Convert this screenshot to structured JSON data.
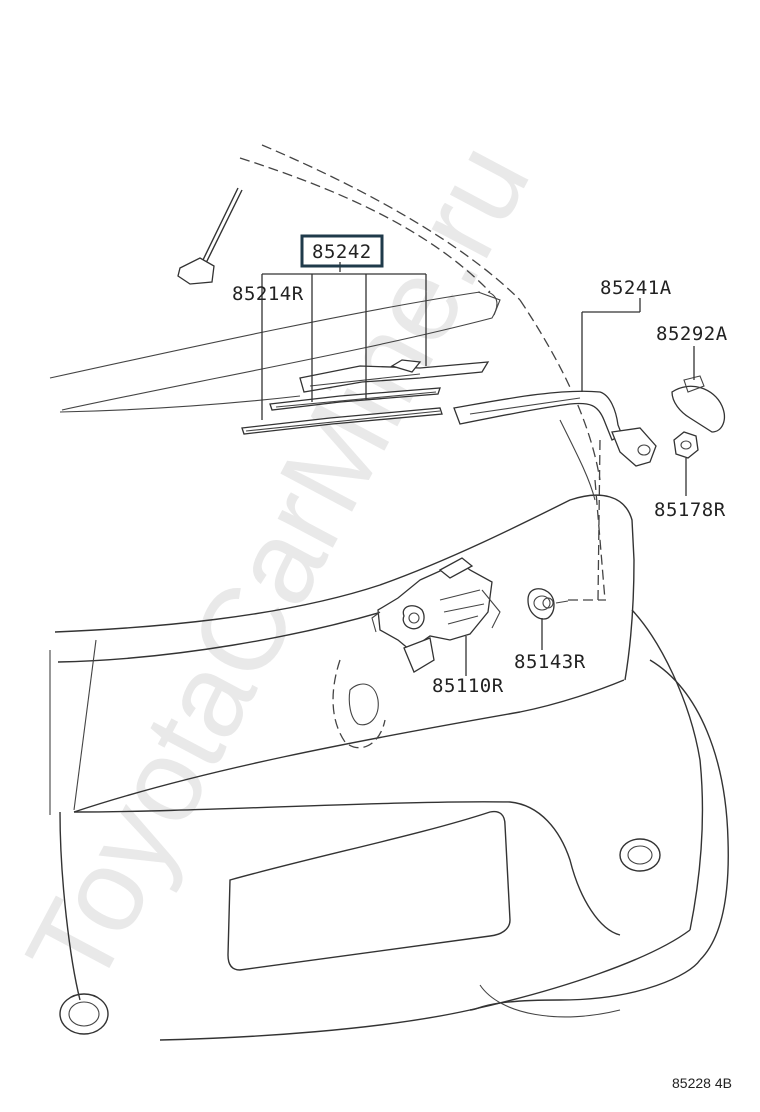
{
  "watermark": "ToyotaCarMine.ru",
  "diagram_code": "85228 4B",
  "colors": {
    "highlight_box": "#1f3a4a",
    "line": "#333333",
    "watermark": "#e9e9e9"
  },
  "parts": {
    "blade_assy": "85242",
    "blade_rubber": "85214R",
    "arm": "85241A",
    "cap": "85292A",
    "nut": "85178R",
    "grommet": "85143R",
    "motor": "85110R"
  }
}
